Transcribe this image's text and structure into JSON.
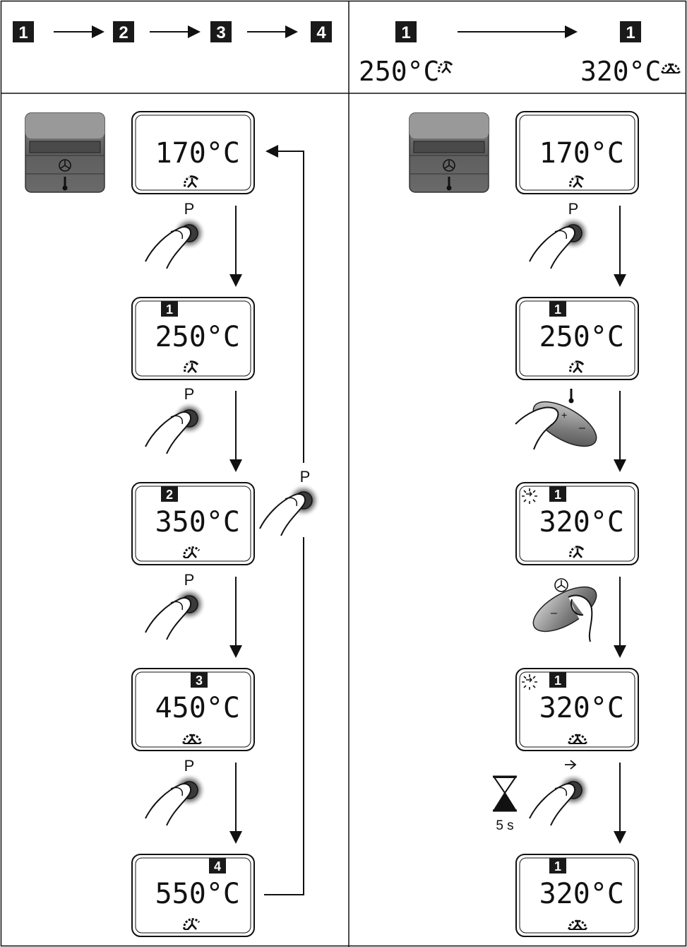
{
  "header_left": {
    "steps": [
      "1",
      "2",
      "3",
      "4"
    ]
  },
  "header_right": {
    "from_step": "1",
    "to_step": "1",
    "from_temp": "250°C",
    "to_temp": "320°C"
  },
  "left_column": {
    "displays": [
      {
        "badge": "",
        "temp": "170°C",
        "fan": "fan-level-1"
      },
      {
        "badge": "1",
        "temp": "250°C",
        "fan": "fan-level-1"
      },
      {
        "badge": "2",
        "temp": "350°C",
        "fan": "fan-level-2"
      },
      {
        "badge": "3",
        "temp": "450°C",
        "fan": "fan-level-3"
      },
      {
        "badge": "4",
        "temp": "550°C",
        "fan": "fan-level-2"
      }
    ],
    "button_label": "P"
  },
  "right_column": {
    "displays": [
      {
        "badge": "",
        "temp": "170°C",
        "fan": "fan-level-1"
      },
      {
        "badge": "1",
        "temp": "250°C",
        "fan": "fan-level-1"
      },
      {
        "badge": "1",
        "temp": "320°C",
        "fan": "fan-level-1",
        "blink": true
      },
      {
        "badge": "1",
        "temp": "320°C",
        "fan": "fan-level-3",
        "blink": true
      },
      {
        "badge": "1",
        "temp": "320°C",
        "fan": "fan-level-3"
      }
    ],
    "button_label": "P",
    "timer_label": "5 s"
  },
  "colors": {
    "line": "#111111",
    "badge": "#1a1a1a",
    "control_panel": "#6e6e6e"
  }
}
